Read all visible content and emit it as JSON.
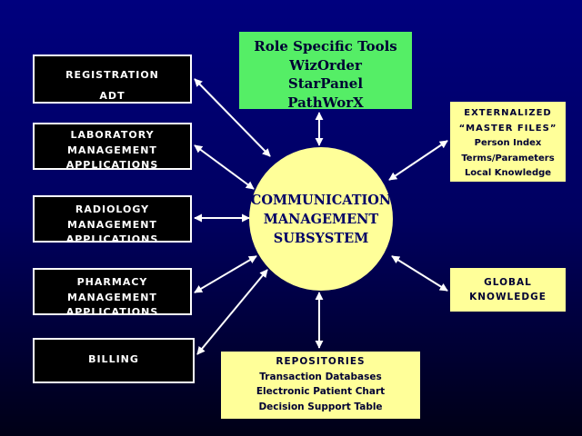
{
  "colors": {
    "background_top": "#00007e",
    "background_bottom": "#000016",
    "left_box_fill": "#000000",
    "left_box_border": "#ffffff",
    "left_box_text": "#ffffff",
    "role_tools_fill": "#55ee66",
    "yellow_fill": "#ffff99",
    "dark_text": "#000033",
    "connector": "#ffffff"
  },
  "center": {
    "lines": [
      "COMMUNICATION",
      "MANAGEMENT",
      "SUBSYSTEM"
    ]
  },
  "role_tools": {
    "lines": [
      "Role Specific Tools",
      "WizOrder",
      "StarPanel",
      "PathWorX"
    ]
  },
  "left_boxes": {
    "registration": [
      "REGISTRATION",
      "ADT"
    ],
    "laboratory": [
      "LABORATORY",
      "MANAGEMENT",
      "APPLICATIONS"
    ],
    "radiology": [
      "RADIOLOGY",
      "MANAGEMENT",
      "APPLICATIONS"
    ],
    "pharmacy": [
      "PHARMACY",
      "MANAGEMENT",
      "APPLICATIONS"
    ],
    "billing": [
      "BILLING"
    ]
  },
  "master_files": {
    "lines": [
      "EXTERNALIZED",
      "“MASTER FILES”",
      "Person Index",
      "Terms/Parameters",
      "Local Knowledge"
    ]
  },
  "global_knowledge": {
    "lines": [
      "GLOBAL",
      "KNOWLEDGE"
    ]
  },
  "repositories": {
    "lines": [
      "REPOSITORIES",
      "Transaction Databases",
      "Electronic Patient Chart",
      "Decision Support Table"
    ]
  }
}
